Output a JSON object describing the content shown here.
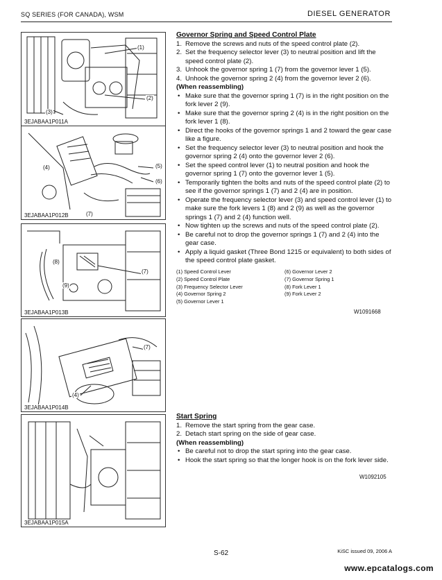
{
  "header": {
    "left": "SQ SERIES (FOR CANADA), WSM",
    "right": "DIESEL GENERATOR"
  },
  "figures": [
    {
      "caption": "3EJABAA1P011A",
      "callouts": [
        "(1)",
        "(2)",
        "(3)"
      ]
    },
    {
      "caption": "3EJABAA1P012B",
      "callouts": [
        "(5)",
        "(4)",
        "(6)",
        "(7)"
      ]
    },
    {
      "caption": "3EJABAA1P013B",
      "callouts": [
        "(8)",
        "(7)",
        "(9)"
      ]
    },
    {
      "caption": "3EJABAA1P014B",
      "callouts": [
        "(7)",
        "(4)"
      ]
    },
    {
      "caption": "3EJABAA1P015A",
      "callouts": []
    }
  ],
  "governor": {
    "title": "Governor Spring and Speed Control Plate",
    "steps": [
      {
        "num": "1.",
        "text": "Remove the screws and nuts of the speed control plate (2)."
      },
      {
        "num": "2.",
        "text": "Set the frequency selector lever (3) to neutral position and lift the speed control plate (2)."
      },
      {
        "num": "3.",
        "text": "Unhook the governor spring 1 (7) from the governor lever 1 (5)."
      },
      {
        "num": "4.",
        "text": "Unhook the governor spring 2 (4) from the governor lever 2 (6)."
      }
    ],
    "reassembling_title": "(When reassembling)",
    "bullets": [
      "Make sure that the governor spring 1 (7) is in the right position on the fork lever 2 (9).",
      "Make sure that the governor spring 2 (4) is in the right position on the fork lever 1 (8).",
      "Direct the hooks of the governor springs 1 and 2 toward the gear case like a figure.",
      "Set the frequency selector lever (3) to neutral position and hook the governor spring 2 (4) onto the governor lever 2 (6).",
      "Set the speed control lever (1) to neutral position and hook the governor spring 1 (7) onto the governor lever 1 (5).",
      "Temporarily tighten the bolts and nuts of the speed control plate (2) to see if the governor springs 1 (7) and 2 (4) are in position.",
      "Operate the frequency selector lever (3) and speed control lever (1) to make sure the fork levers 1 (8) and 2 (9) as well as the governor springs 1 (7) and 2 (4) function well.",
      "Now tighten up the screws and nuts of the speed control plate (2).",
      "Be careful not to drop the governor springs 1 (7) and 2 (4) into the gear case.",
      "Apply a liquid gasket (Three Bond 1215 or equivalent) to both sides of the speed control plate gasket."
    ],
    "legend_left": [
      "(1) Speed Control Lever",
      "(2) Speed Control Plate",
      "(3) Frequency Selector Lever",
      "(4) Governor Spring 2",
      "(5) Governor Lever 1"
    ],
    "legend_right": [
      "(6) Governor Lever 2",
      "(7) Governor Spring 1",
      "(8) Fork Lever 1",
      "(9) Fork Lever 2"
    ],
    "code": "W1091668"
  },
  "start_spring": {
    "title": "Start Spring",
    "steps": [
      {
        "num": "1.",
        "text": "Remove the start spring from the gear case."
      },
      {
        "num": "2.",
        "text": "Detach start spring on the side of gear case."
      }
    ],
    "reassembling_title": "(When reassembling)",
    "bullets": [
      "Be careful not to drop the start spring into the gear case.",
      "Hook the start spring so that the longer hook is on the fork lever side."
    ],
    "code": "W1092105"
  },
  "footer": {
    "page": "S-62",
    "issue": "KiSC issued 09, 2006 A",
    "url": "www.epcatalogs.com"
  }
}
